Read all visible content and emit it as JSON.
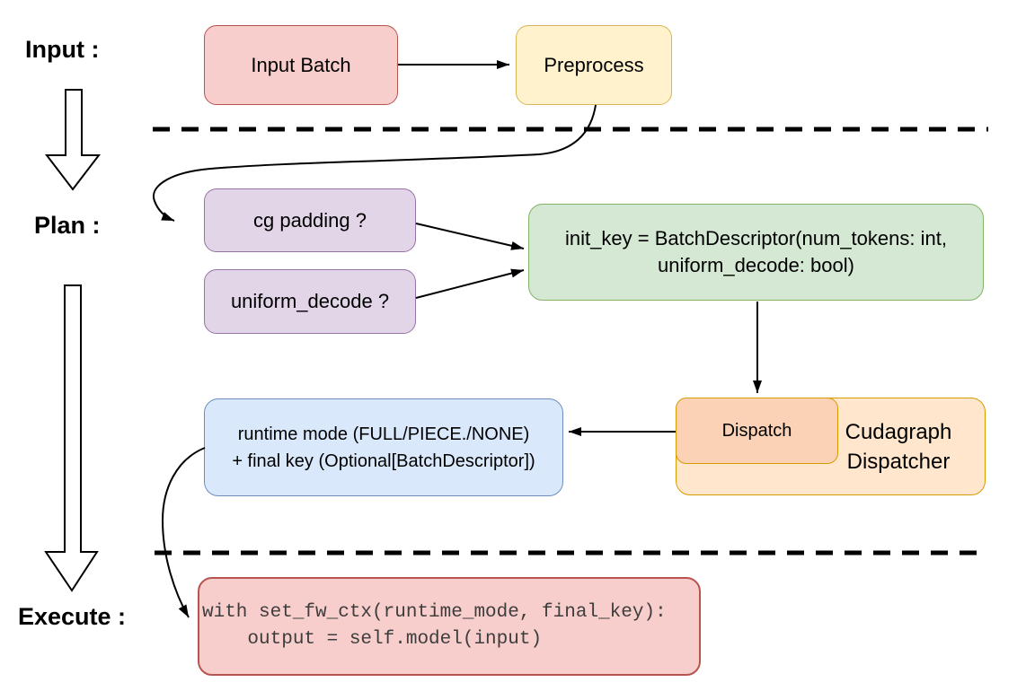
{
  "diagram": {
    "title_hint": "cudagraph dispatch flow",
    "stages": {
      "input_label": "Input :",
      "plan_label": "Plan :",
      "execute_label": "Execute :"
    },
    "nodes": {
      "input_batch": "Input Batch",
      "preprocess": "Preprocess",
      "cg_padding": "cg padding ?",
      "uniform_decode": "uniform_decode ?",
      "init_key": "init_key = BatchDescriptor(num_tokens: int,\nuniform_decode: bool)",
      "dispatch": "Dispatch",
      "cudagraph_dispatcher": "Cudagraph\nDispatcher",
      "runtime_mode": "runtime mode (FULL/PIECE./NONE)\n+ final key (Optional[BatchDescriptor])",
      "execute_code": "with set_fw_ctx(runtime_mode, final_key):\n    output = self.model(input)"
    },
    "palette": {
      "pink_fill": "#f8cecc",
      "pink_border": "#b85450",
      "yellow_fill": "#fff2cc",
      "yellow_border": "#d6b656",
      "purple_fill": "#e1d5e7",
      "purple_border": "#9673a6",
      "green_fill": "#d5e8d4",
      "green_border": "#82b366",
      "blue_fill": "#dae8fc",
      "blue_border": "#6c8ebf",
      "orange_outer_fill": "#ffe6cc",
      "orange_inner_fill": "#fbd2b5",
      "orange_border": "#d79b00",
      "connector": "#000000",
      "code_text": "#3d3d3d"
    }
  }
}
